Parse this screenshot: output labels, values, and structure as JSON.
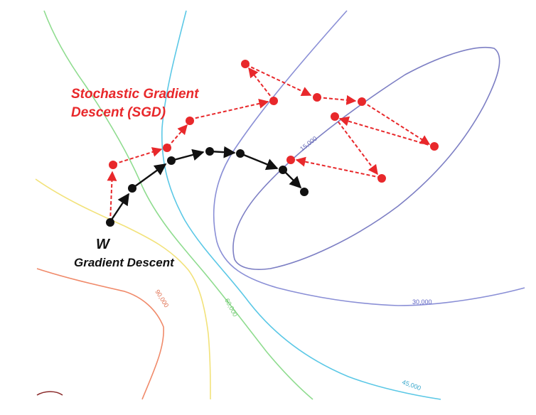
{
  "colors": {
    "sgd": "#e8282b",
    "gd": "#111111",
    "contour_15000": "#7d7fc4",
    "contour_30000": "#8a8fd6",
    "contour_45000": "#5bc8e6",
    "contour_60000": "#8fdc8f",
    "contour_yellow": "#f2e27a",
    "contour_90000": "#f08a6a",
    "contour_dark": "#8a2a2a"
  },
  "labels": {
    "sgd_line1": "Stochastic Gradient",
    "sgd_line2": "Descent (SGD)",
    "gd": "Gradient Descent",
    "w": "W"
  },
  "contour_labels": {
    "c15000": "15,000",
    "c30000": "30,000",
    "c45000": "45,000",
    "c60000": "60,000",
    "c90000": "90,000"
  },
  "paths": {
    "sgd_point_count": 12,
    "gd_point_count": 7
  }
}
